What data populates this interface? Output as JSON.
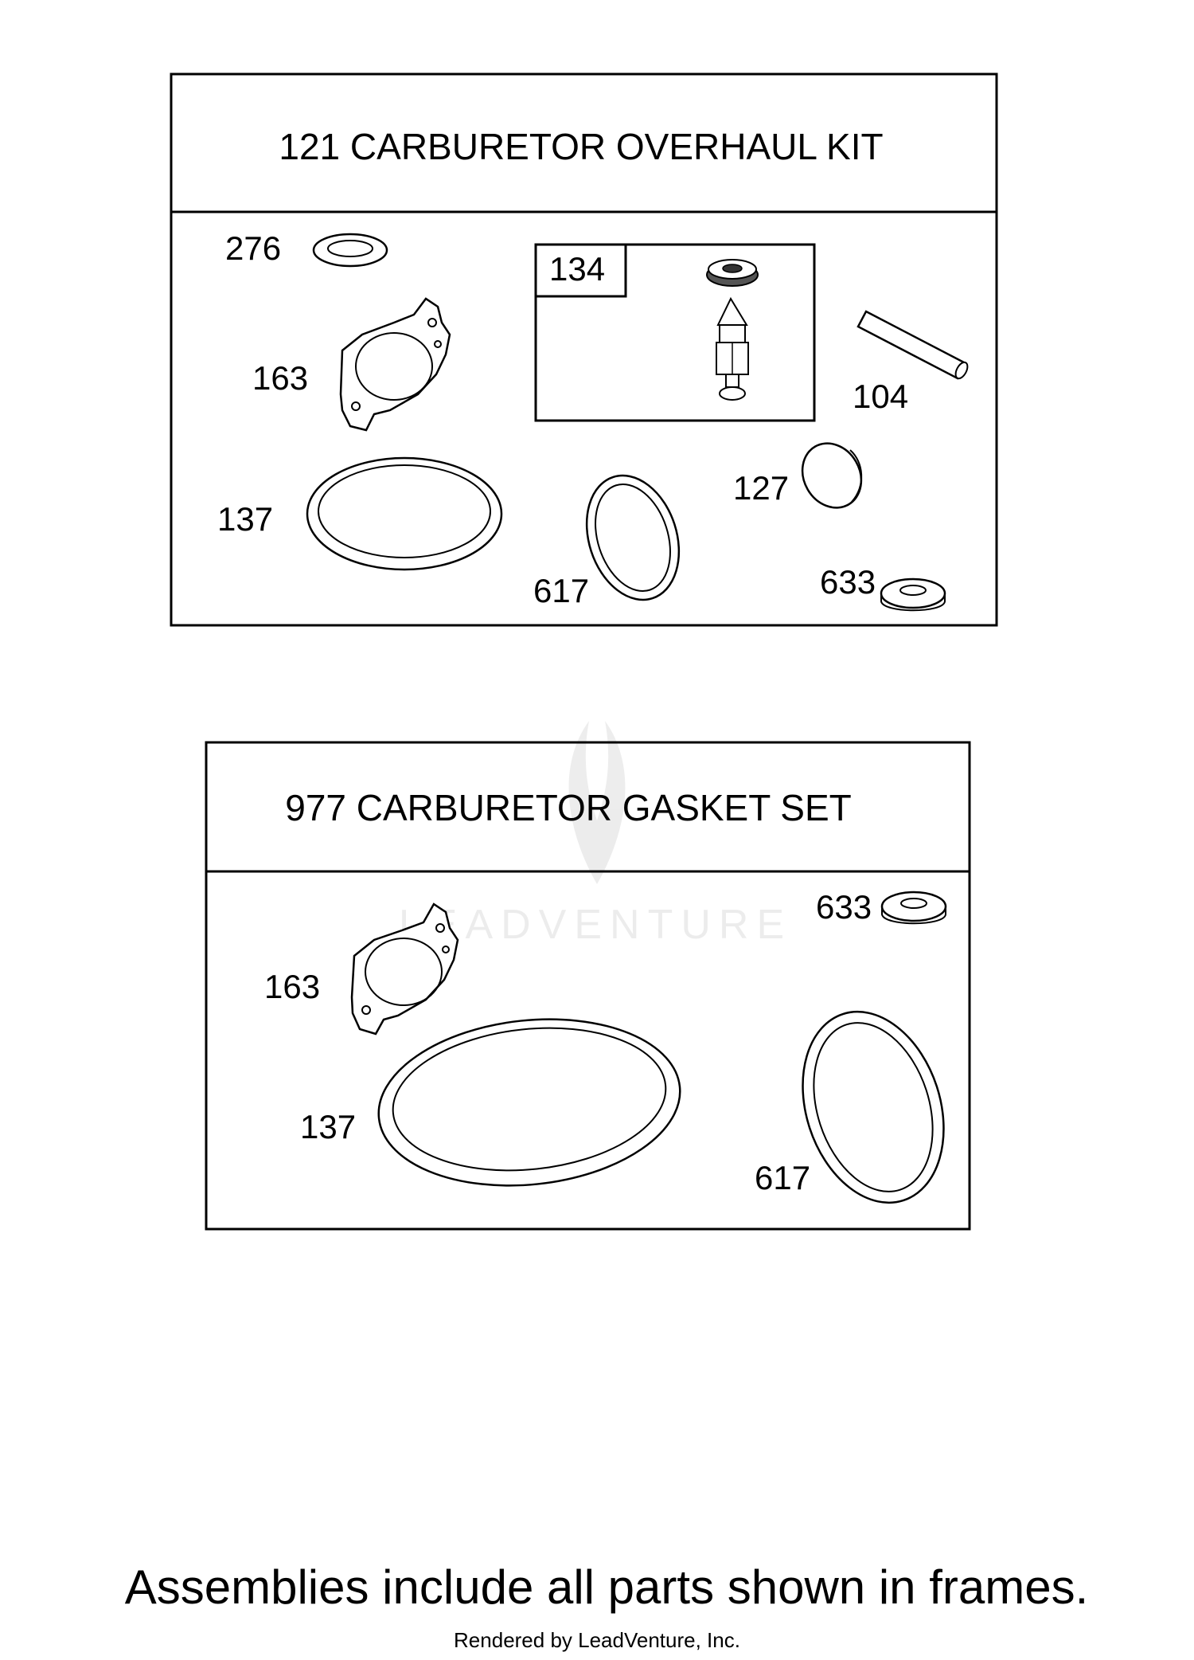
{
  "frames": [
    {
      "title": "121 CARBURETOR OVERHAUL KIT",
      "callouts": [
        "276",
        "163",
        "104",
        "137",
        "127",
        "617",
        "633"
      ],
      "sub_assembly": {
        "label": "134"
      }
    },
    {
      "title": "977 CARBURETOR GASKET SET",
      "callouts": [
        "633",
        "163",
        "137",
        "617"
      ]
    }
  ],
  "watermark": "LEADVENTURE",
  "footer": {
    "note": "Assemblies include all parts shown in frames.",
    "credit": "Rendered by LeadVenture, Inc."
  }
}
